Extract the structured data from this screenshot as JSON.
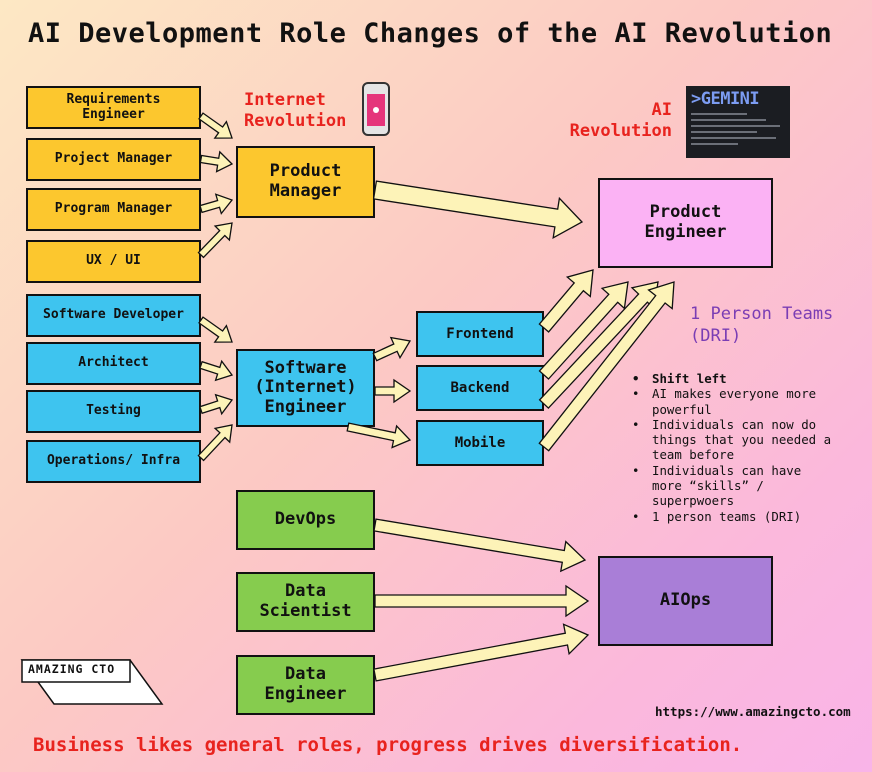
{
  "title": "AI Development Role Changes of the AI Revolution",
  "internet_revolution": [
    "Internet",
    "Revolution"
  ],
  "ai_revolution": [
    "AI",
    "Revolution"
  ],
  "gemini_label": ">GEMINI",
  "left_yellow": [
    "Requirements Engineer",
    "Project Manager",
    "Program Manager",
    "UX / UI"
  ],
  "left_blue": [
    "Software Developer",
    "Architect",
    "Testing",
    "Operations/ Infra"
  ],
  "product_manager": [
    "Product",
    "Manager"
  ],
  "software_engineer": [
    "Software",
    "(Internet)",
    "Engineer"
  ],
  "sub_roles": [
    "Frontend",
    "Backend",
    "Mobile"
  ],
  "product_engineer": [
    "Product",
    "Engineer"
  ],
  "dri_title": [
    "1 Person Teams",
    "(DRI)"
  ],
  "bullets": [
    "Shift left",
    "AI makes everyone more powerful",
    "Individuals can now do things that you needed a team before",
    "Individuals can have more “skills” / superpwoers",
    "1 person teams (DRI)"
  ],
  "data_roles": [
    "DevOps",
    "Data Scientist",
    "Data Engineer"
  ],
  "data_scientist_lines": [
    "Data",
    "Scientist"
  ],
  "data_engineer_lines": [
    "Data",
    "Engineer"
  ],
  "aiops": "AIOps",
  "logo": "AMAZING CTO",
  "url": "https://www.amazingcto.com",
  "footer": "Business likes general roles, progress drives diversification.",
  "colors": {
    "yellow": "#fcc72e",
    "blue": "#3ec4ef",
    "green": "#86cc4e",
    "pink": "#fbb2f4",
    "purple": "#a97ed7",
    "red": "#e8231e",
    "arrow_fill": "#fdf3b8",
    "dri_purple": "#7a3db4"
  }
}
